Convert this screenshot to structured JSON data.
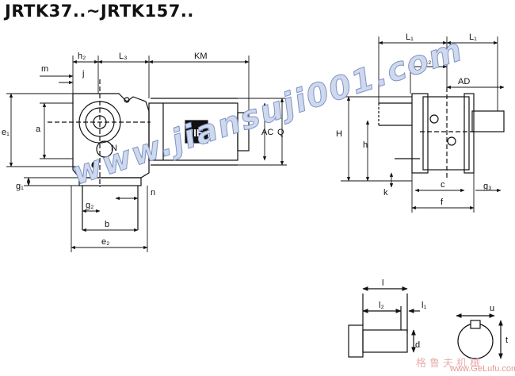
{
  "title": "JRTK37..~JRTK157..",
  "watermark": "www.jiansuji001.com",
  "brand_plate": "JIE",
  "footer_chinese": "格鲁夫机械",
  "footer_site": "www.GeLufu.com",
  "dims": {
    "h2": "h₂",
    "L3": "L₃",
    "KM": "KM",
    "m": "m",
    "j": "j",
    "e1": "e₁",
    "a": "a",
    "N": "N",
    "AC": "AC",
    "Q": "Q",
    "g1": "g₁",
    "g2": "g₂",
    "n": "n",
    "b": "b",
    "e2": "e₂",
    "L1a": "L₁",
    "L1b": "L₁",
    "L2": "L₂",
    "AD": "AD",
    "H": "H",
    "h": "h",
    "k": "k",
    "c": "c",
    "g3": "g₃",
    "f": "f",
    "l": "l",
    "l2": "l₂",
    "l1": "l₁",
    "d": "d",
    "u": "u",
    "t": "t"
  },
  "colors": {
    "line": "#111111",
    "watermark": "#cfd9ee",
    "watermark_outline": "#7f93c4",
    "footer": "#e29a9a"
  }
}
